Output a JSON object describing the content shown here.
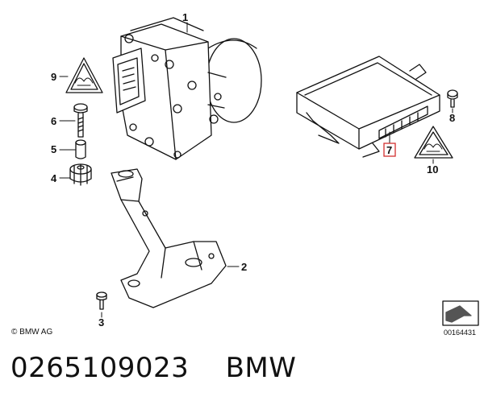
{
  "diagram": {
    "callouts": {
      "c1": "1",
      "c2": "2",
      "c3": "3",
      "c4": "4",
      "c5": "5",
      "c6": "6",
      "c7": "7",
      "c8": "8",
      "c9": "9",
      "c10": "10"
    },
    "highlighted_callout": "7",
    "highlight_color": "#d32f2f",
    "copyright": "© BMW AG",
    "document_number": "00164431"
  },
  "caption": {
    "part_number": "0265109023",
    "brand": "BMW"
  }
}
